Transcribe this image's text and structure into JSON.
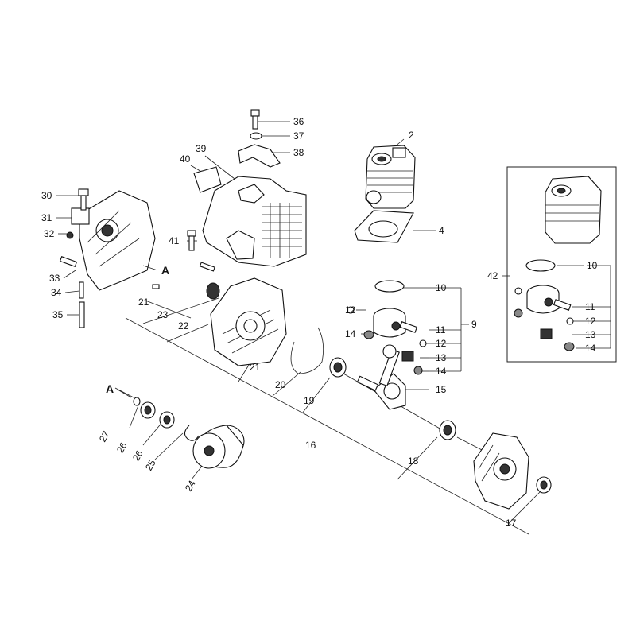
{
  "callouts": {
    "c2": "2",
    "c4": "4",
    "c9": "9",
    "c10a": "10",
    "c11a": "11",
    "c12a": "12",
    "c12b": "12",
    "c13a": "13",
    "c14a": "14",
    "c14b": "14",
    "c15": "15",
    "c16": "16",
    "c17": "17",
    "c18": "18",
    "c19": "19",
    "c20": "20",
    "c21a": "21",
    "c21b": "21",
    "c22": "22",
    "c23": "23",
    "c24": "24",
    "c25": "25",
    "c26a": "26",
    "c26b": "26",
    "c27": "27",
    "c30": "30",
    "c31": "31",
    "c32": "32",
    "c33": "33",
    "c34": "34",
    "c35": "35",
    "c36": "36",
    "c37": "37",
    "c38": "38",
    "c39": "39",
    "c40": "40",
    "c41": "41",
    "c42": "42",
    "c10b": "10",
    "c11b": "11",
    "c12c": "12",
    "c13b": "13",
    "c14c": "14"
  },
  "markers": {
    "a_top": "A",
    "a_bottom": "A"
  }
}
